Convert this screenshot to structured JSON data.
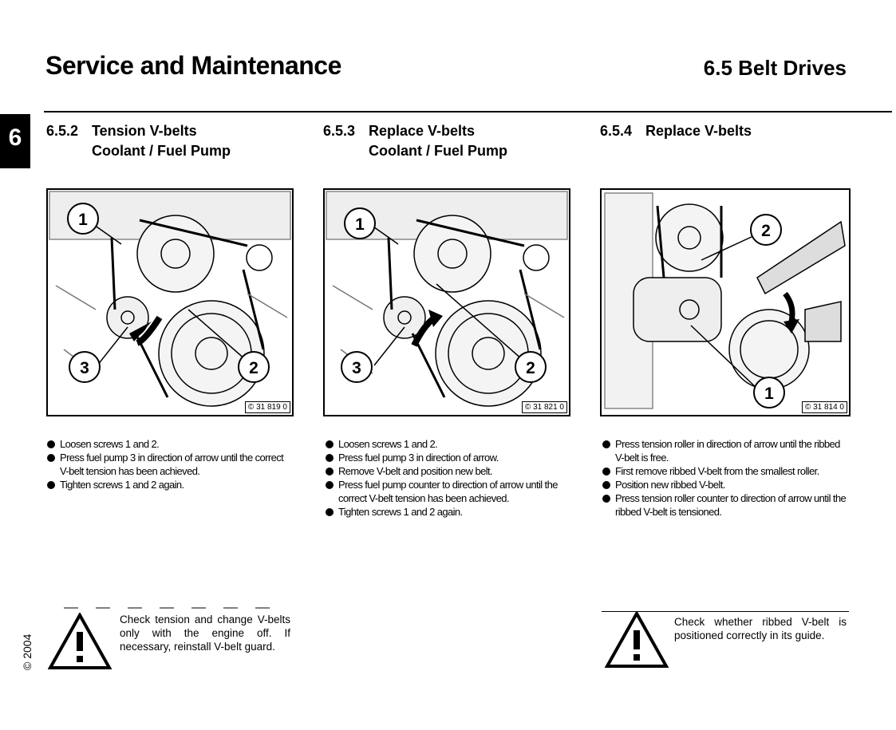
{
  "header": {
    "title": "Service and Maintenance",
    "section": "6.5  Belt Drives",
    "chapter": "6"
  },
  "columns": [
    {
      "number": "6.5.2",
      "title": "Tension V-belts",
      "subtitle": "Coolant / Fuel Pump",
      "figure": {
        "id": "© 31 819 0",
        "callouts": [
          "1",
          "2",
          "3"
        ]
      },
      "steps": [
        "Loosen screws 1 and 2.",
        "Press fuel pump 3 in direction of arrow until the correct V-belt tension has been achieved.",
        "Tighten screws 1 and 2 again."
      ]
    },
    {
      "number": "6.5.3",
      "title": "Replace V-belts",
      "subtitle": "Coolant / Fuel Pump",
      "figure": {
        "id": "© 31 821 0",
        "callouts": [
          "1",
          "2",
          "3"
        ]
      },
      "steps": [
        "Loosen screws 1 and 2.",
        "Press fuel pump 3 in direction of arrow.",
        "Remove V-belt and position new belt.",
        "Press fuel pump counter to direction of arrow until the correct V-belt tension has been achieved.",
        "Tighten screws 1 and 2 again."
      ]
    },
    {
      "number": "6.5.4",
      "title": "Replace V-belts",
      "subtitle": "",
      "figure": {
        "id": "© 31 814 0",
        "callouts": [
          "1",
          "2"
        ]
      },
      "steps": [
        "Press tension roller in direction of arrow until the ribbed V-belt is free.",
        "First remove ribbed V-belt from the smallest roller.",
        "Position new ribbed V-belt.",
        "Press tension roller counter to direction of arrow until the ribbed V-belt is tensioned."
      ]
    }
  ],
  "warnings": [
    {
      "text": "Check tension and change V-belts only with the engine off. If necessary, reinstall V-belt guard."
    },
    {
      "text": "Check whether ribbed V-belt is positioned correctly in its guide."
    }
  ],
  "footer": {
    "copyright": "© 2004"
  }
}
